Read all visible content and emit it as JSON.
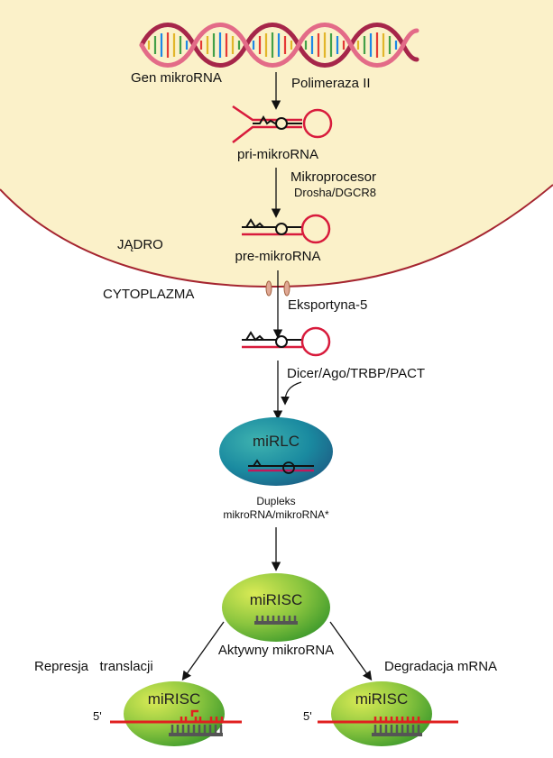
{
  "labels": {
    "gene": "Gen mikroRNA",
    "polymerase": "Polimeraza II",
    "pri": "pri-mikroRNA",
    "microprocessor": "Mikroprocesor",
    "drosha": "Drosha/DGCR8",
    "nucleus": "JĄDRO",
    "pre": "pre-mikroRNA",
    "cytoplasm": "CYTOPLAZMA",
    "exportin": "Eksportyna-5",
    "dicer": "Dicer/Ago/TRBP/PACT",
    "miRLC": "miRLC",
    "duplex_line1": "Dupleks",
    "duplex_line2": "mikroRNA/mikroRNA*",
    "miRISC": "miRISC",
    "active": "Aktywny mikroRNA",
    "repression": "Represja   translacji",
    "degradation": "Degradacja mRNA",
    "miRISC_left": "miRISC",
    "miRISC_right": "miRISC",
    "five_prime_left": "5'",
    "five_prime_right": "5'"
  },
  "colors": {
    "nucleus_fill": "#fbf1c9",
    "nucleus_border": "#a52530",
    "rna_red": "#d81b3c",
    "miRLC_fill": "#1a8aa0",
    "miRISC_fill": "#8cc63f",
    "mrna_red": "#e02020",
    "ladder_gray": "#555555"
  }
}
